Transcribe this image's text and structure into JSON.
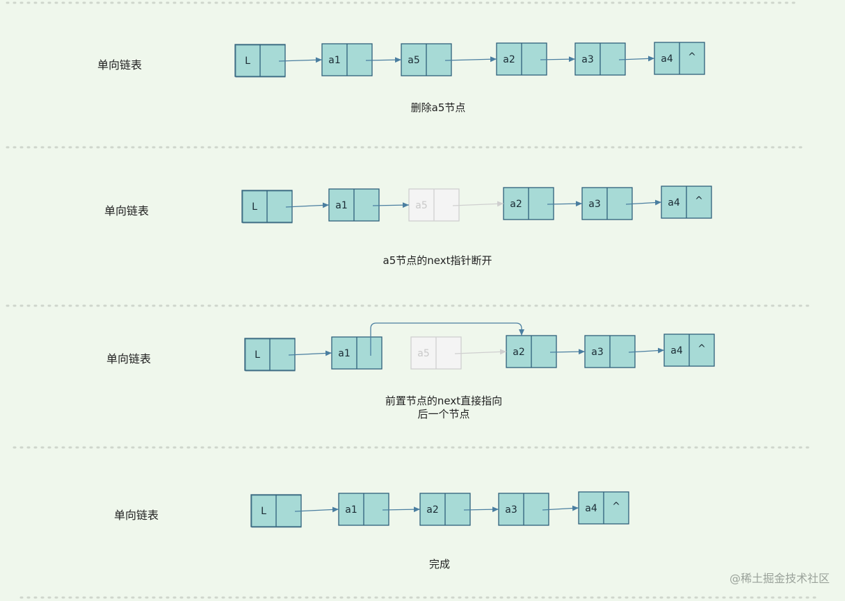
{
  "rows": [
    {
      "label": "单向链表",
      "caption_lines": [
        "删除a5节点"
      ],
      "nodes": [
        {
          "value": "L",
          "head": true,
          "faded": false
        },
        {
          "value": "a1",
          "faded": false
        },
        {
          "value": "a5",
          "faded": false
        },
        {
          "value": "a2",
          "faded": false
        },
        {
          "value": "a3",
          "faded": false
        },
        {
          "value": "a4",
          "next": "^",
          "faded": false
        }
      ]
    },
    {
      "label": "单向链表",
      "caption_lines": [
        "a5节点的next指针断开"
      ],
      "nodes": [
        {
          "value": "L",
          "head": true,
          "faded": false
        },
        {
          "value": "a1",
          "faded": false
        },
        {
          "value": "a5",
          "faded": true
        },
        {
          "value": "a2",
          "faded": false
        },
        {
          "value": "a3",
          "faded": false
        },
        {
          "value": "a4",
          "next": "^",
          "faded": false
        }
      ]
    },
    {
      "label": "单向链表",
      "caption_lines": [
        "前置节点的next直接指向",
        "后一个节点"
      ],
      "nodes": [
        {
          "value": "L",
          "head": true,
          "faded": false
        },
        {
          "value": "a1",
          "faded": false
        },
        {
          "value": "a5",
          "faded": true
        },
        {
          "value": "a2",
          "faded": false
        },
        {
          "value": "a3",
          "faded": false
        },
        {
          "value": "a4",
          "next": "^",
          "faded": false
        }
      ]
    },
    {
      "label": "单向链表",
      "caption_lines": [
        "完成"
      ],
      "nodes": [
        {
          "value": "L",
          "head": true,
          "faded": false
        },
        {
          "value": "a1",
          "faded": false
        },
        {
          "value": "a2",
          "faded": false
        },
        {
          "value": "a3",
          "faded": false
        },
        {
          "value": "a4",
          "next": "^",
          "faded": false
        }
      ]
    }
  ],
  "watermark": "@稀土掘金技术社区",
  "colors": {
    "background": "#eff7ec",
    "node_fill": "#a7dad6",
    "node_stroke": "#2e5f7a",
    "arrow": "#4a7ea0",
    "faded_fill": "#f4f4f4",
    "faded_stroke": "#cfcfcf",
    "faded_text": "#c9c9c9",
    "separator": "#cfd6cc"
  }
}
